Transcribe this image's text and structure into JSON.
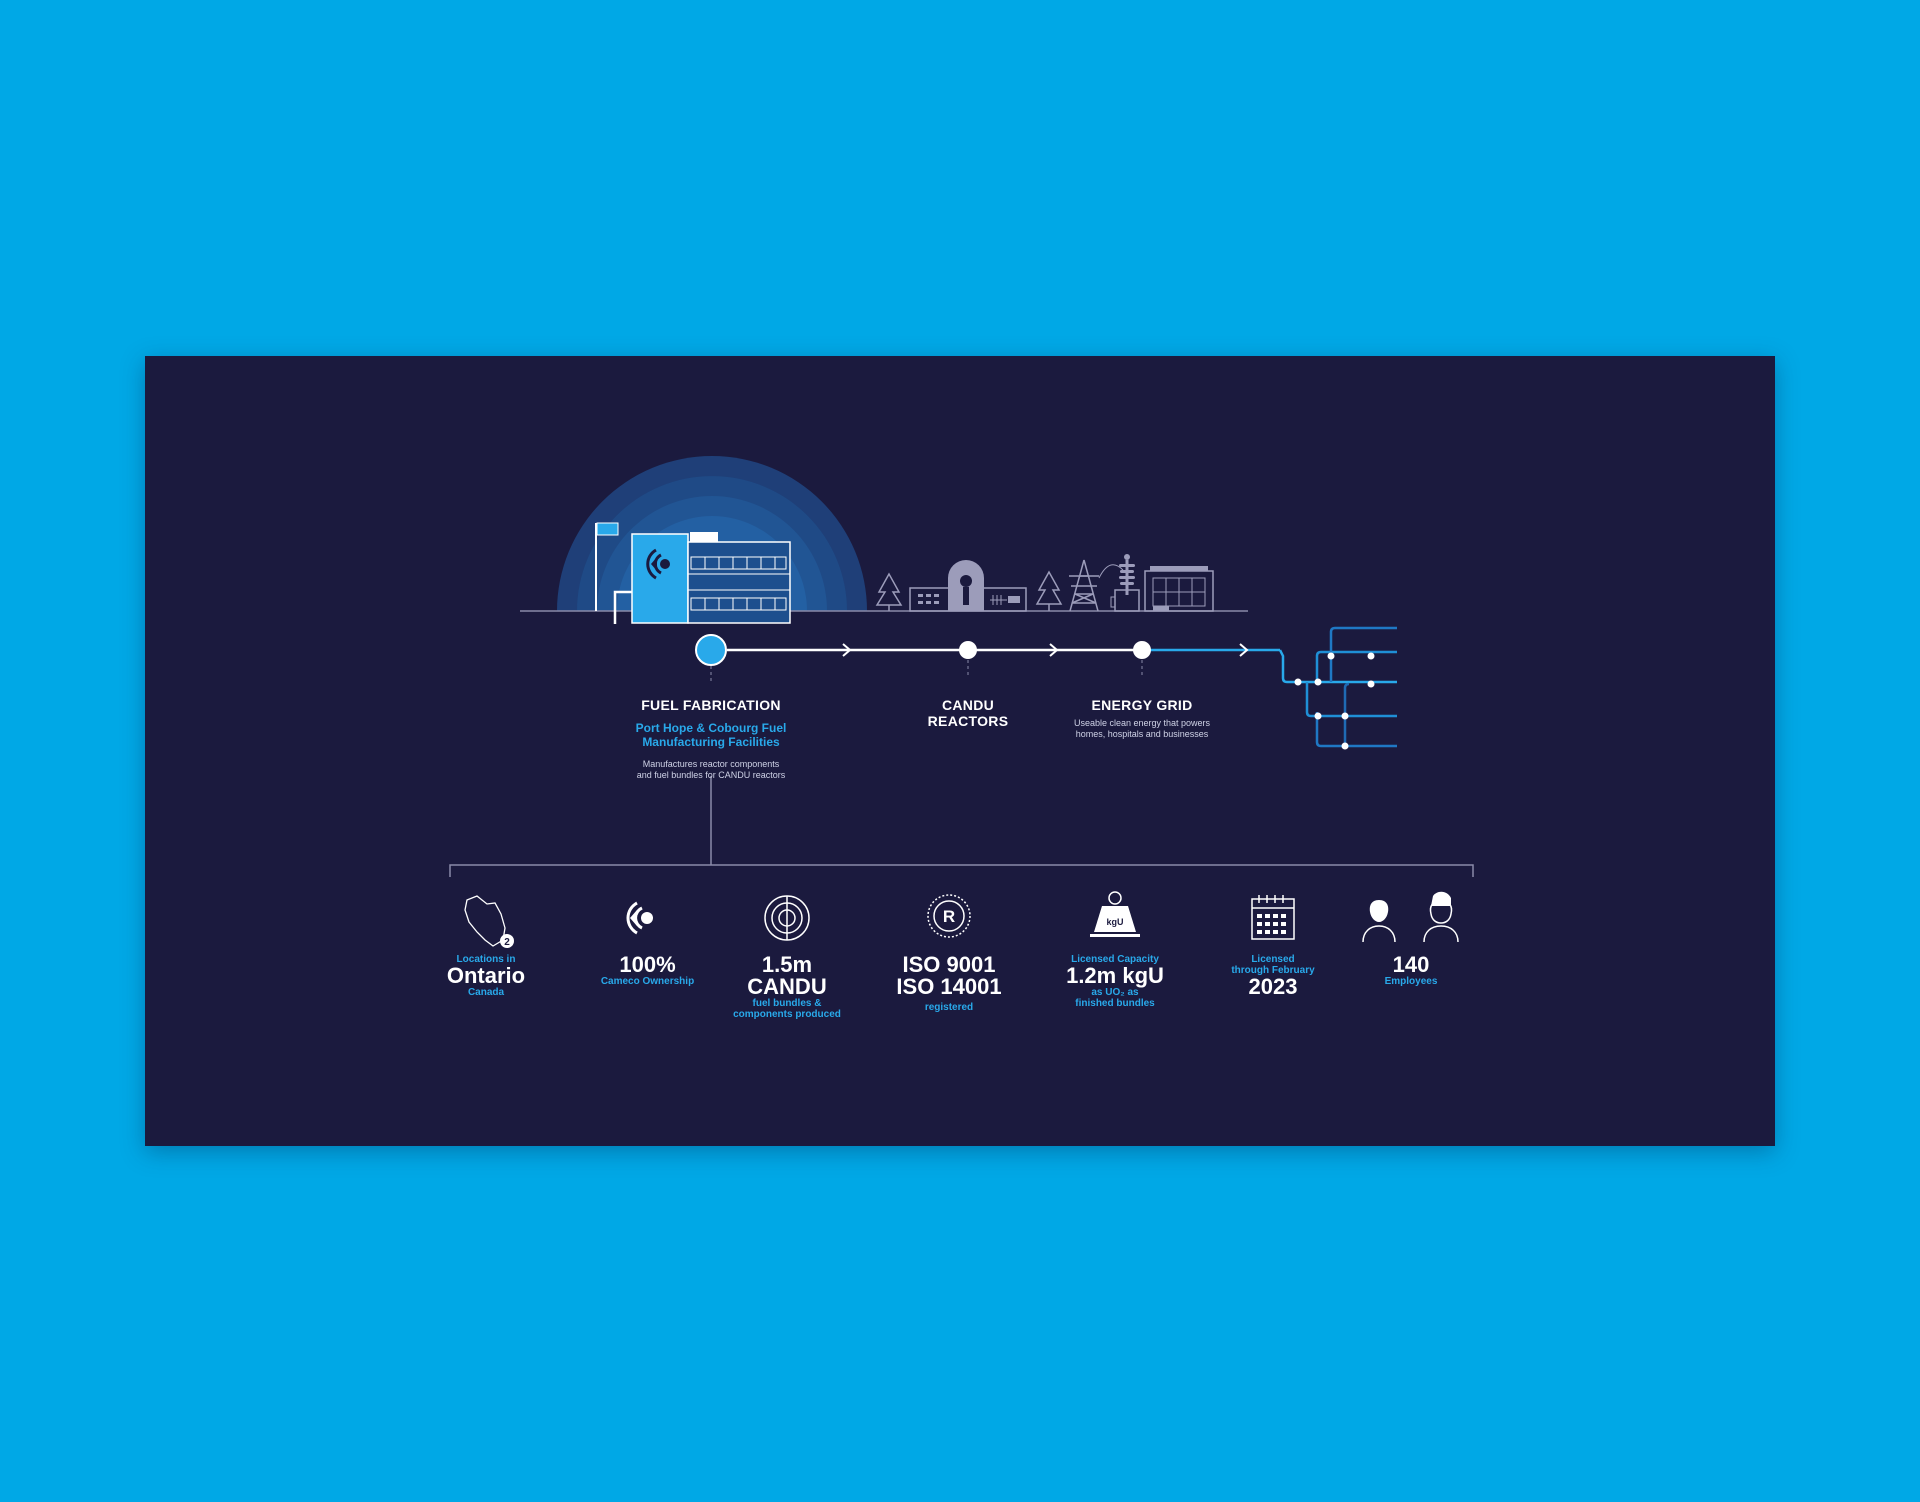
{
  "colors": {
    "background": "#00a8e6",
    "panel": "#1b1a3e",
    "accent": "#29a9ea",
    "line": "#ffffff",
    "muted": "#8a8aa8"
  },
  "icons": [
    "cameco-logo-icon",
    "flag-icon",
    "tree-icon",
    "reactor-icon",
    "transmission-tower-icon",
    "transformer-icon",
    "office-building-icon",
    "ontario-map-icon",
    "fuel-bundle-icon",
    "registered-icon",
    "kgu-weight-icon",
    "calendar-icon",
    "employees-icon"
  ],
  "stages": {
    "fuel": {
      "title": "FUEL FABRICATION",
      "subtitle_1": "Port Hope & Cobourg Fuel",
      "subtitle_2": "Manufacturing Facilities",
      "desc_1": "Manufactures reactor components",
      "desc_2": "and fuel bundles for CANDU reactors"
    },
    "candu": {
      "title_1": "CANDU",
      "title_2": "REACTORS"
    },
    "grid": {
      "title": "ENERGY GRID",
      "desc_1": "Useable clean energy that powers",
      "desc_2": "homes, hospitals and businesses"
    }
  },
  "stats": {
    "locations": {
      "top": "Locations in",
      "main": "Ontario",
      "bottom": "Canada",
      "badge": "2"
    },
    "ownership": {
      "main": "100%",
      "bottom": "Cameco Ownership"
    },
    "bundles": {
      "main_1": "1.5m",
      "main_2": "CANDU",
      "bottom_1": "fuel bundles &",
      "bottom_2": "components produced"
    },
    "iso": {
      "main_1": "ISO 9001",
      "main_2": "ISO 14001",
      "bottom": "registered",
      "icon_letter": "R"
    },
    "capacity": {
      "top": "Licensed Capacity",
      "main": "1.2m kgU",
      "bottom_1": "as UO₂ as",
      "bottom_2": "finished bundles",
      "icon_label": "kgU"
    },
    "license": {
      "top_1": "Licensed",
      "top_2": "through February",
      "main": "2023"
    },
    "employees": {
      "main": "140",
      "bottom": "Employees"
    }
  }
}
